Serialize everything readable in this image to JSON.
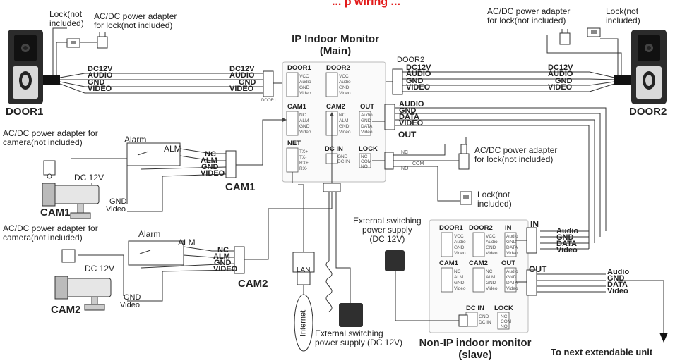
{
  "header_partial": "... p wiring ...",
  "door1": {
    "name": "DOOR1",
    "lock": "Lock(not\nincluded)",
    "adapter": "AC/DC power adapter\nfor lock(not included)"
  },
  "door2": {
    "name": "DOOR2",
    "lock": "Lock(not\nincluded)",
    "adapter": "AC/DC power adapter\nfor lock(not included)"
  },
  "door_signals": [
    "DC12V",
    "AUDIO",
    "GND",
    "VIDEO"
  ],
  "door1_tag": "DOOR1",
  "door2_tag": "DOOR2",
  "main_monitor": {
    "title": "IP Indoor Monitor\n(Main)",
    "blocks": [
      {
        "name": "DOOR1",
        "pins": [
          "VCC",
          "Audio",
          "GND",
          "Video"
        ]
      },
      {
        "name": "DOOR2",
        "pins": [
          "VCC",
          "Audio",
          "GND",
          "Video"
        ]
      },
      {
        "name": "CAM1",
        "pins": [
          "NC",
          "ALM",
          "GND",
          "Video"
        ]
      },
      {
        "name": "CAM2",
        "pins": [
          "NC",
          "ALM",
          "GND",
          "Video"
        ]
      },
      {
        "name": "OUT",
        "pins": [
          "Audio",
          "GND",
          "DATA",
          "Video"
        ]
      },
      {
        "name": "NET",
        "pins": [
          "TX+",
          "TX-",
          "RX+",
          "RX-"
        ]
      },
      {
        "name": "DC IN",
        "pins": [
          "GND",
          "DC IN"
        ]
      },
      {
        "name": "LOCK",
        "pins": [
          "NC",
          "COM",
          "NO"
        ]
      }
    ]
  },
  "out_signals": [
    "AUDIO",
    "GND",
    "DATA",
    "VIDEO"
  ],
  "out_label": "OUT",
  "cam1": {
    "adapter": "AC/DC power adapter for\ncamera(not included)",
    "alarm": "Alarm",
    "alm": "ALM",
    "dc": "DC 12V",
    "gnd": "GND",
    "video": "Video",
    "name": "CAM1",
    "connector": "CAM1",
    "signals": [
      "NC",
      "ALM",
      "GND",
      "VIDEO"
    ]
  },
  "cam2": {
    "adapter": "AC/DC power adapter for\ncamera(not included)",
    "alarm": "Alarm",
    "alm": "ALM",
    "dc": "DC 12V",
    "gnd": "GND",
    "video": "Video",
    "name": "CAM2",
    "connector": "CAM2",
    "signals": [
      "NC",
      "ALM",
      "GND",
      "VIDEO"
    ]
  },
  "lock_right": {
    "adapter": "AC/DC power adapter\nfor lock(not included)",
    "lock": "Lock(not\nincluded)",
    "nc": "NC",
    "com": "COM",
    "no": "NO"
  },
  "lan": "LAN",
  "internet": "Internet",
  "ext_supply_main": "External switching\npower supply (DC 12V)",
  "ext_supply_slave": "External switching\npower supply\n(DC 12V)",
  "slave_monitor": {
    "title": "Non-IP indoor monitor\n(slave)",
    "blocks": [
      {
        "name": "DOOR1",
        "pins": [
          "VCC",
          "Audio",
          "GND",
          "Video"
        ]
      },
      {
        "name": "DOOR2",
        "pins": [
          "VCC",
          "Audio",
          "GND",
          "Video"
        ]
      },
      {
        "name": "IN",
        "pins": [
          "Audio",
          "GND",
          "DATA",
          "Video"
        ]
      },
      {
        "name": "CAM1",
        "pins": [
          "NC",
          "ALM",
          "GND",
          "Video"
        ]
      },
      {
        "name": "CAM2",
        "pins": [
          "NC",
          "ALM",
          "GND",
          "Video"
        ]
      },
      {
        "name": "OUT",
        "pins": [
          "Audio",
          "GND",
          "DATA",
          "Video"
        ]
      },
      {
        "name": "DC IN",
        "pins": [
          "GND",
          "DC IN"
        ]
      },
      {
        "name": "LOCK",
        "pins": [
          "NC",
          "COM",
          "NO"
        ]
      }
    ]
  },
  "in_label": "IN",
  "out2_label": "OUT",
  "slave_in_signals": [
    "Audio",
    "GND",
    "DATA",
    "Video"
  ],
  "slave_out_signals": [
    "Audio",
    "GND",
    "DATA",
    "Video"
  ],
  "next_unit": "To next extendable unit"
}
